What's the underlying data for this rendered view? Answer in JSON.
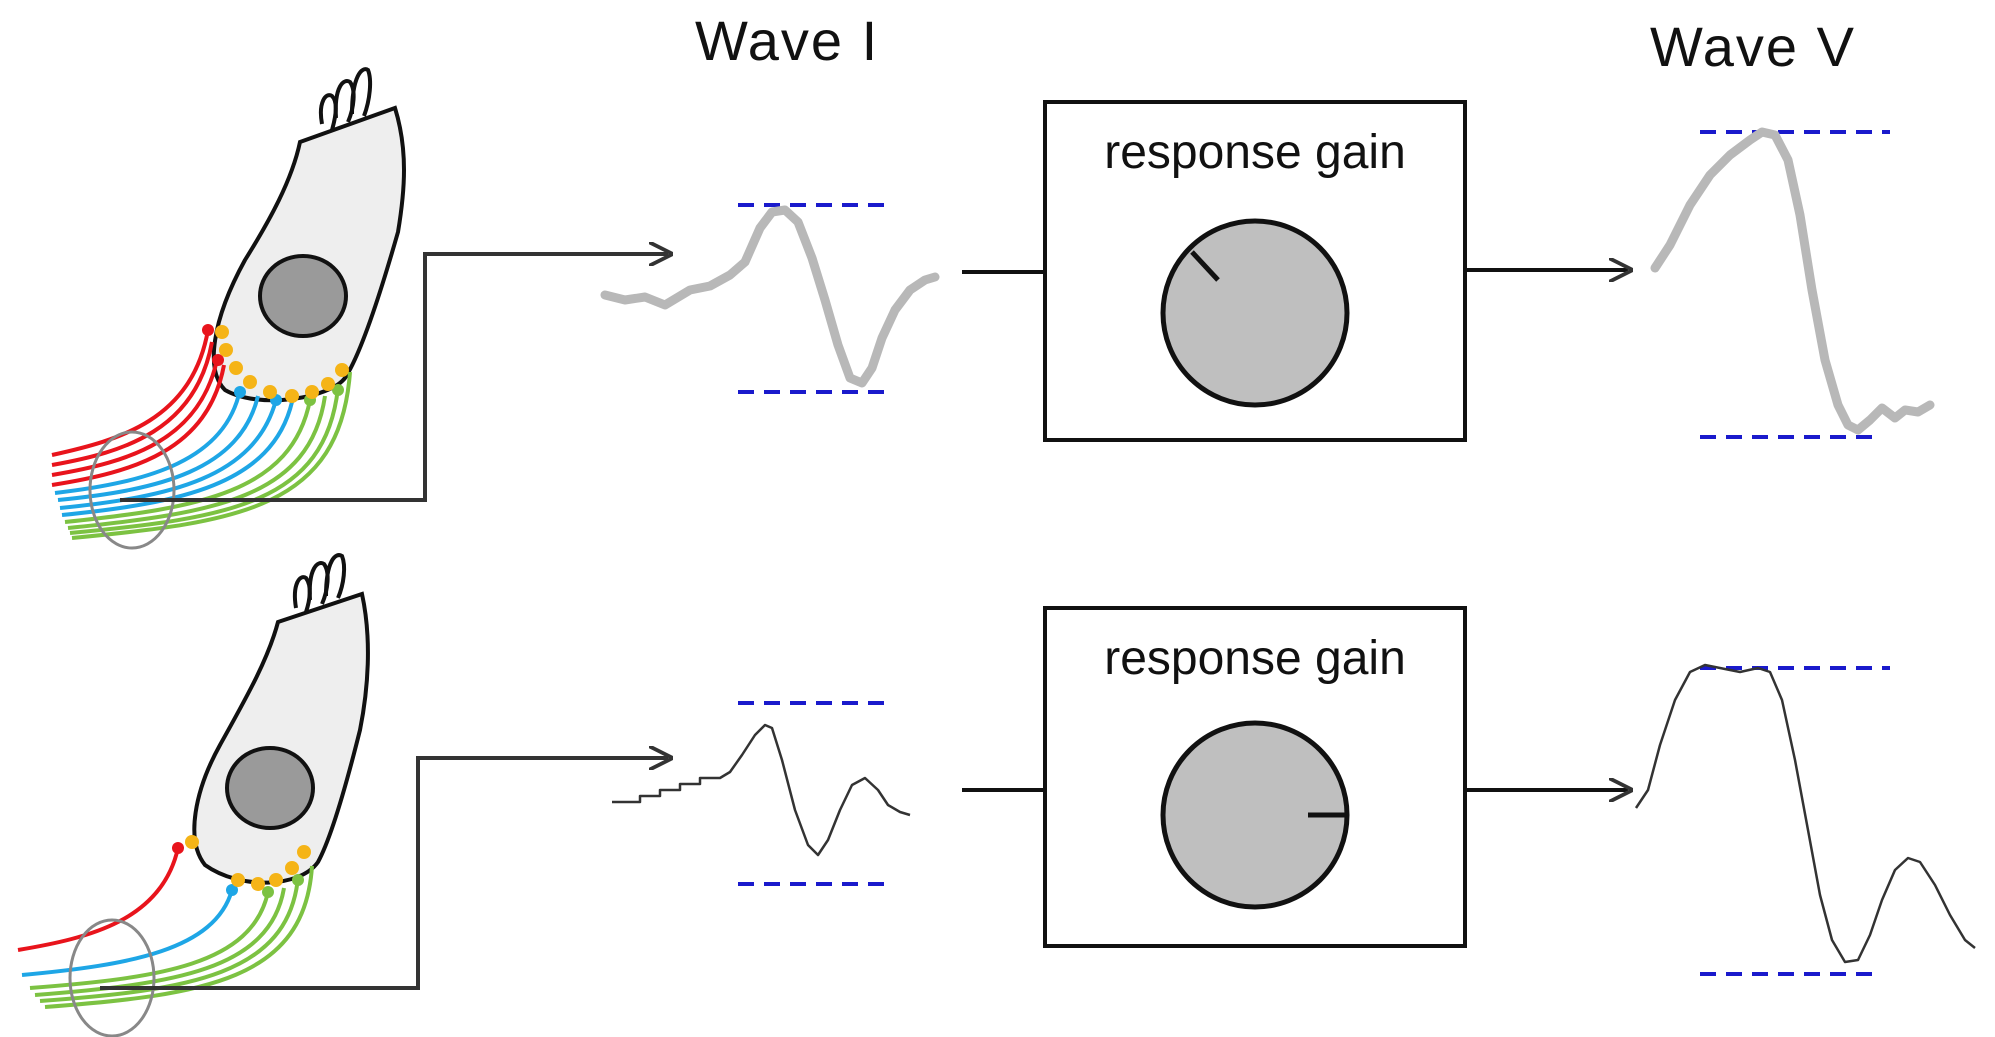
{
  "headers": {
    "wave1": "Wave I",
    "wave5": "Wave V"
  },
  "rows": [
    {
      "id": "top",
      "gain_label": "response gain",
      "knob_level": "high",
      "wave1_style": "thick-gray",
      "wave5_style": "thick-gray",
      "fibers": {
        "red": 4,
        "blue": 4,
        "green": 4
      }
    },
    {
      "id": "bottom",
      "gain_label": "response gain",
      "knob_level": "higher",
      "wave1_style": "thin-dark",
      "wave5_style": "thin-dark",
      "fibers": {
        "red": 1,
        "blue": 1,
        "green": 4
      }
    }
  ],
  "colors": {
    "fiber_red": "#e8141c",
    "fiber_blue": "#1ea6e6",
    "fiber_green": "#7cc242",
    "synapse_orange": "#f5b417",
    "dash_blue": "#1a1acc",
    "knob_fill": "#bfbfbf",
    "nucleus_fill": "#9a9a9a",
    "cell_fill": "#eeeeee",
    "trace_gray": "#b8b8b8",
    "trace_dark": "#333333"
  }
}
